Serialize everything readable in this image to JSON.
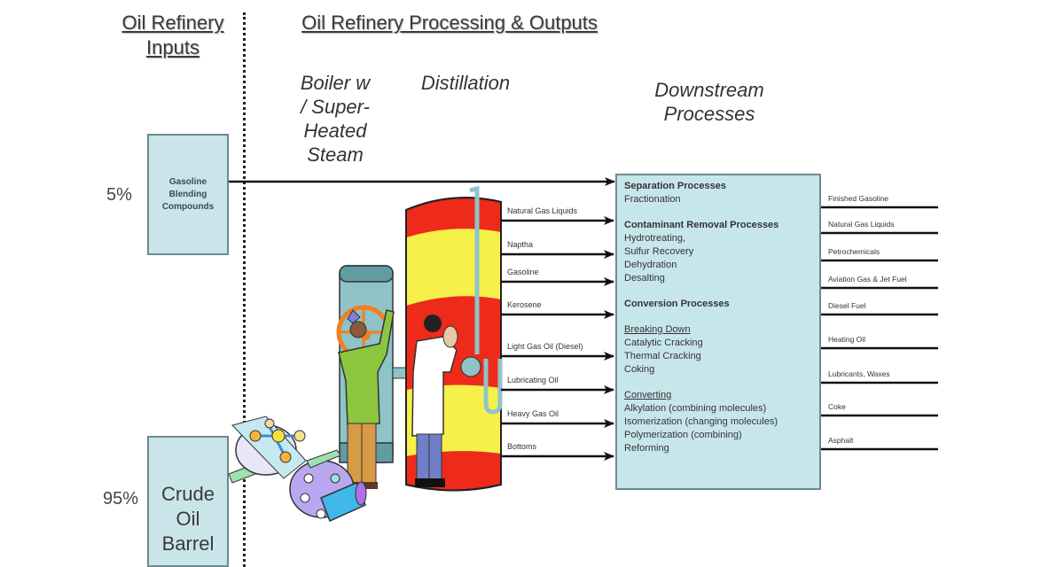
{
  "headers": {
    "inputs_line1": "Oil Refinery",
    "inputs_line2": "Inputs",
    "processing": "Oil Refinery Processing & Outputs"
  },
  "stages": {
    "boiler": [
      "Boiler w",
      "/ Super-",
      "Heated",
      "Steam"
    ],
    "distillation": "Distillation",
    "downstream": [
      "Downstream",
      "Processes"
    ]
  },
  "inputs": [
    {
      "percent": "5%",
      "label": [
        "Gasoline",
        "Blending",
        "Compounds"
      ]
    },
    {
      "percent": "95%",
      "label": [
        "Crude",
        "Oil",
        "Barrel"
      ]
    }
  ],
  "distillation_outputs": [
    "Natural Gas Liquids",
    "Naptha",
    "Gasoline",
    "Kerosene",
    "Light Gas Oil (Diesel)",
    "Lubricating Oil",
    "Heavy Gas Oil",
    "Bottoms"
  ],
  "downstream_box": {
    "separation": {
      "heading": "Separation Processes",
      "items": [
        "Fractionation"
      ]
    },
    "contaminant": {
      "heading": "Contaminant Removal Processes",
      "items": [
        "Hydrotreating,",
        "Sulfur Recovery",
        "Dehydration",
        "Desalting"
      ]
    },
    "conversion": {
      "heading": "Conversion Processes"
    },
    "breaking_down": {
      "heading": "Breaking Down",
      "items": [
        "Catalytic Cracking",
        "Thermal Cracking",
        "Coking"
      ]
    },
    "converting": {
      "heading": "Converting",
      "items": [
        "Alkylation (combining molecules)",
        "Isomerization (changing molecules)",
        "Polymerization (combining)",
        "Reforming"
      ]
    }
  },
  "final_products": [
    "Finished Gasoline",
    "Natural Gas Liquids",
    "Petrochemicals",
    "Aviation Gas & Jet Fuel",
    "Diesel Fuel",
    "Heating Oil",
    "Lubricants, Waxes",
    "Coke",
    "Asphalt"
  ],
  "colors": {
    "box_fill": "#c9e5ea",
    "box_border": "#6d8a90",
    "column_red": "#ee2a1b",
    "column_yellow": "#f6f04a",
    "boiler": "#8fc3c8",
    "arrow": "#111111"
  }
}
